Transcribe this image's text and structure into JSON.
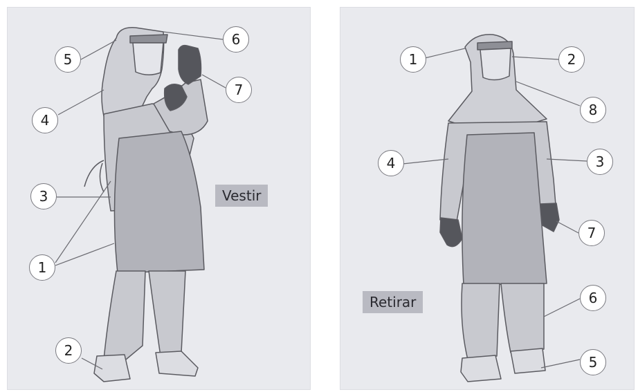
{
  "panels": [
    {
      "label": "Vestir",
      "callouts": [
        "5",
        "6",
        "7",
        "4",
        "3",
        "1",
        "2"
      ]
    },
    {
      "label": "Retirar",
      "callouts": [
        "1",
        "2",
        "8",
        "4",
        "3",
        "7",
        "6",
        "5"
      ]
    }
  ],
  "colors": {
    "panel_bg": "#e9eaee",
    "garment_fill": "#c8c9cf",
    "apron_fill": "#b2b3ba",
    "glove_fill": "#55565c",
    "outline": "#5a5a60",
    "tag_bg": "#b9bac2"
  }
}
